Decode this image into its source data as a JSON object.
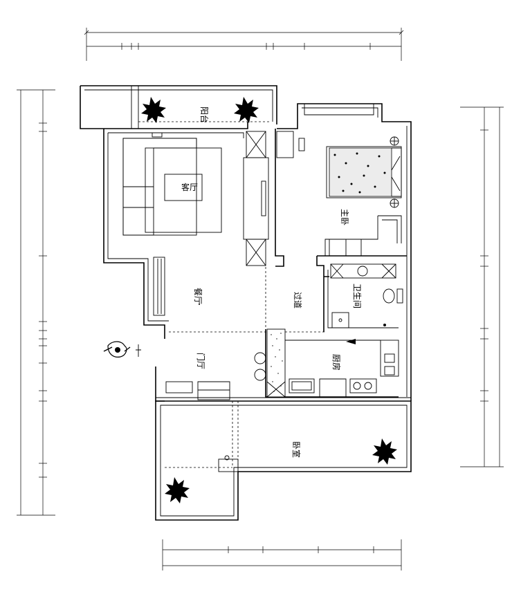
{
  "rooms": {
    "north_balcony": "阳台",
    "living_room": "客厅",
    "dining_room": "餐厅",
    "hallway": "过道",
    "master_bedroom": "主卧",
    "bathroom": "卫生间",
    "kitchen": "厨房",
    "entrance": "门厅",
    "south_room": "卧室"
  }
}
